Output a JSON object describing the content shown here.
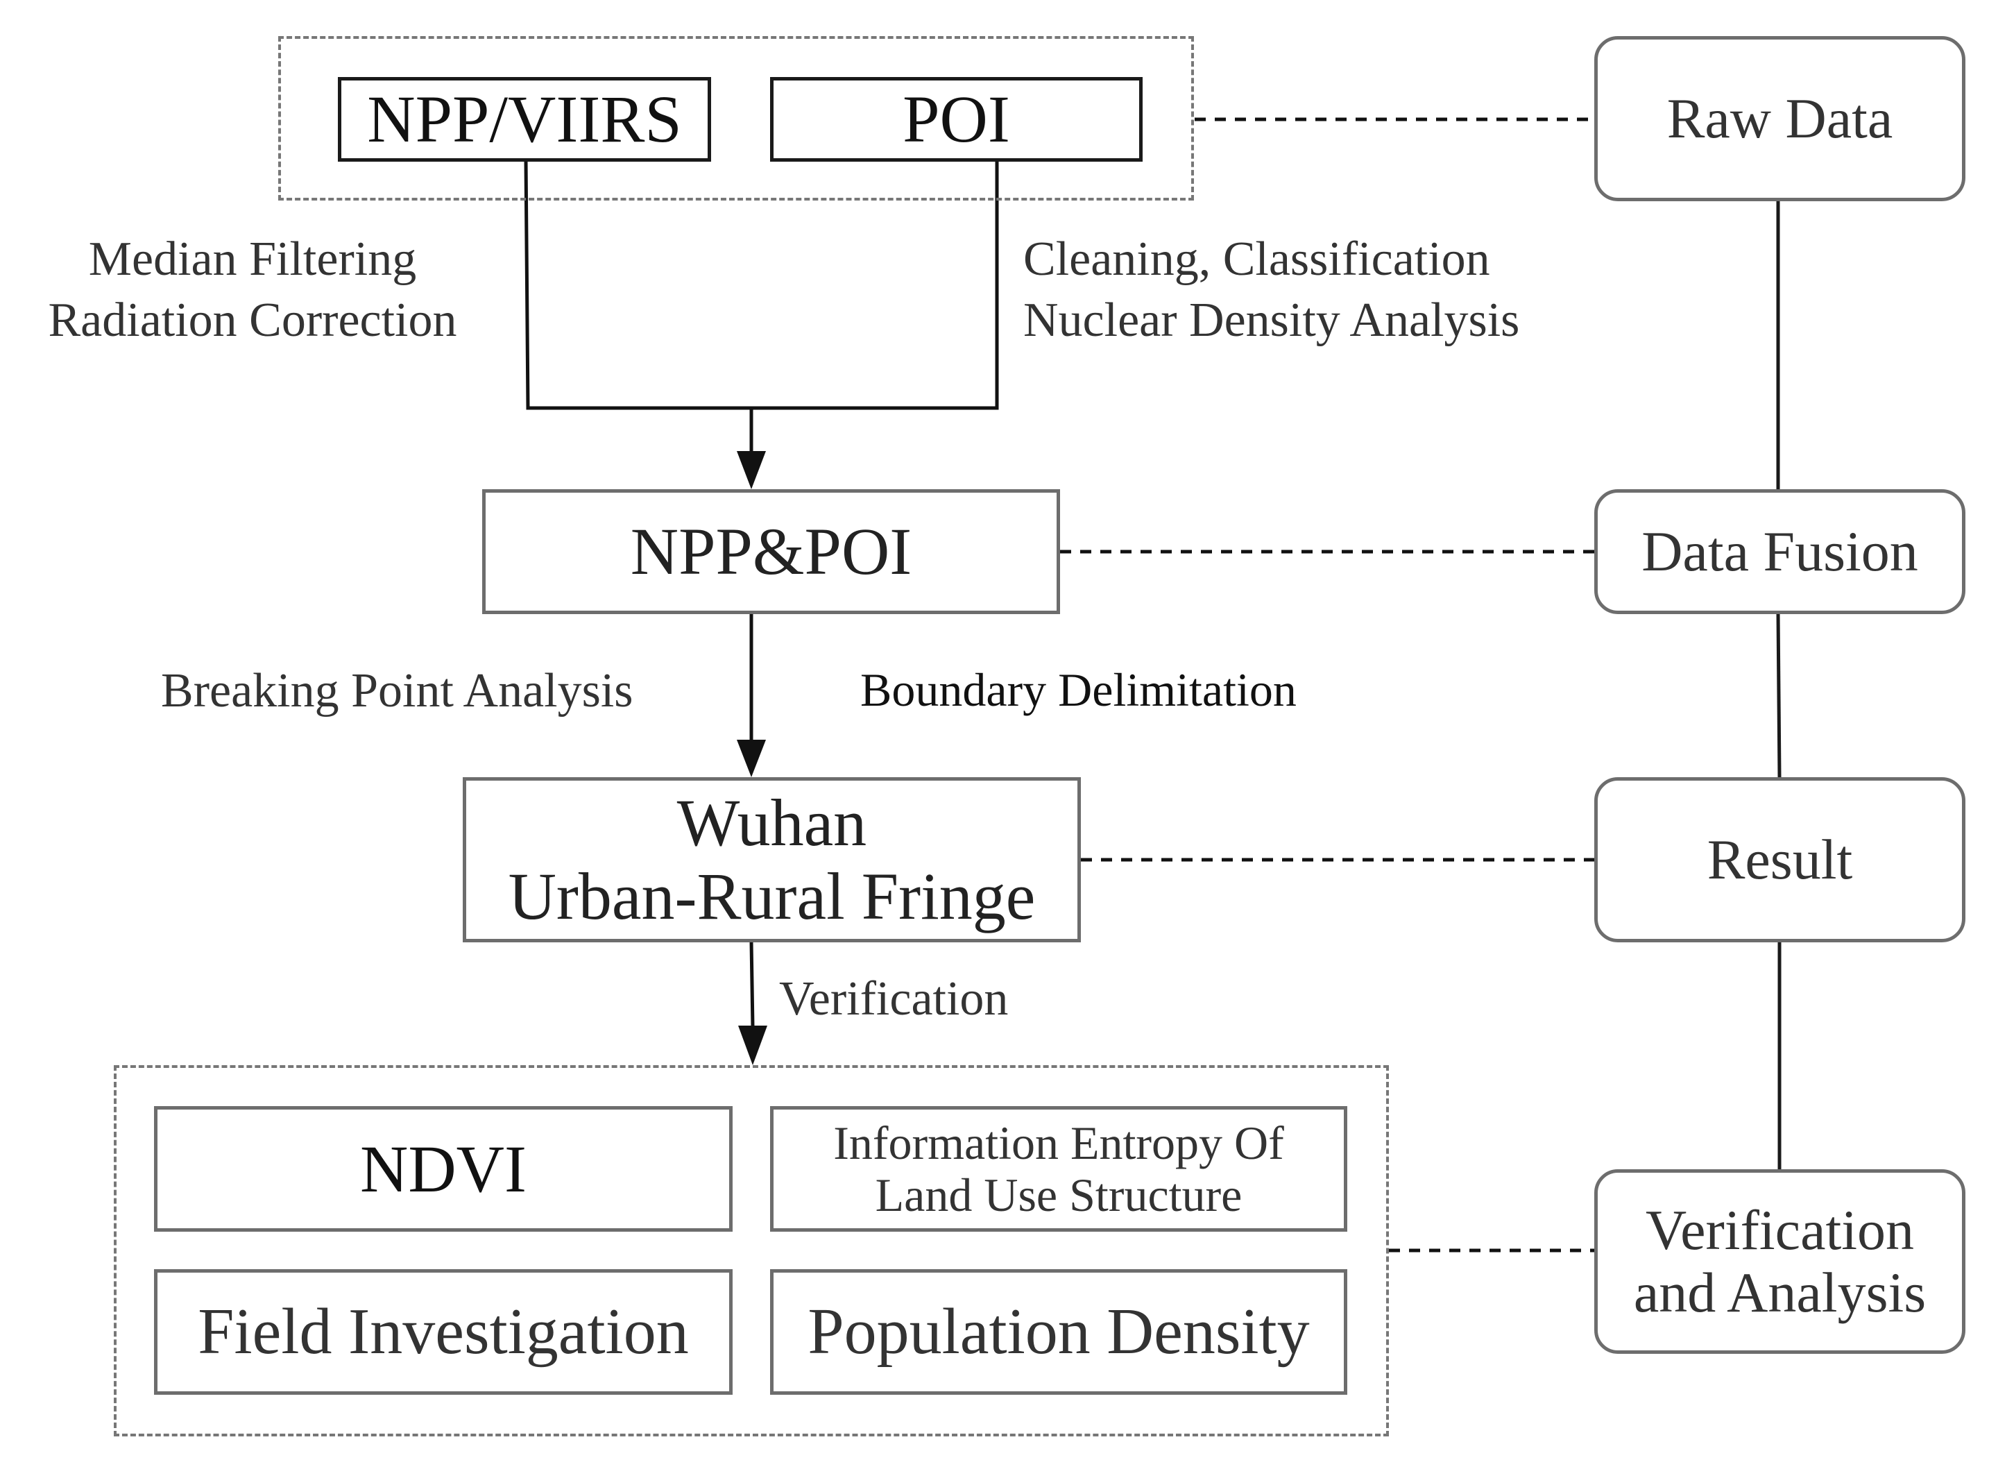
{
  "raw_data": {
    "sources": [
      "NPP/VIIRS",
      "POI"
    ],
    "npp_processing": [
      "Median Filtering",
      "Radiation Correction"
    ],
    "poi_processing": [
      "Cleaning, Classification",
      "Nuclear Density Analysis"
    ]
  },
  "fusion": {
    "label": "NPP&POI",
    "left_note": "Breaking Point Analysis",
    "right_note": "Boundary Delimitation"
  },
  "result": {
    "line1": "Wuhan",
    "line2": "Urban-Rural Fringe",
    "note": "Verification"
  },
  "verification": {
    "ndvi": "NDVI",
    "entropy": [
      "Information Entropy Of",
      "Land Use Structure"
    ],
    "field": "Field Investigation",
    "population": "Population Density"
  },
  "stages": {
    "raw_data": "Raw Data",
    "data_fusion": "Data Fusion",
    "result": "Result",
    "verification_analysis": [
      "Verification",
      "and Analysis"
    ]
  }
}
